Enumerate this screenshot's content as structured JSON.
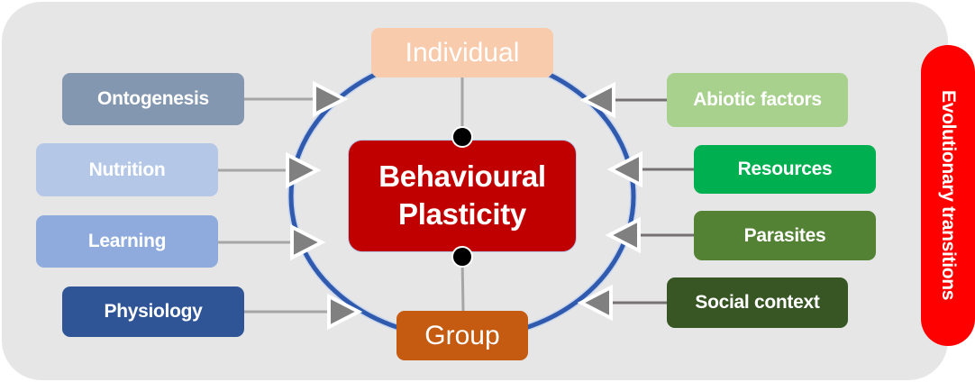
{
  "diagram": {
    "center": {
      "line1": "Behavioural",
      "line2": "Plasticity",
      "color": "#c00000"
    },
    "levels": {
      "top": {
        "label": "Individual",
        "color": "#f8cbad"
      },
      "bottom": {
        "label": "Group",
        "color": "#c55a11"
      }
    },
    "ring_color": "#2f5aad",
    "internal_factors": [
      {
        "label": "Ontogenesis",
        "color": "#8497b0"
      },
      {
        "label": "Nutrition",
        "color": "#b4c7e7"
      },
      {
        "label": "Learning",
        "color": "#8faadc"
      },
      {
        "label": "Physiology",
        "color": "#2f5597"
      }
    ],
    "external_factors": [
      {
        "label": "Abiotic factors",
        "color": "#a9d18e"
      },
      {
        "label": "Resources",
        "color": "#00b050"
      },
      {
        "label": "Parasites",
        "color": "#548235"
      },
      {
        "label": "Social context",
        "color": "#375623"
      }
    ],
    "side_banner": {
      "label": "Evolutionary transitions",
      "color": "#ff0000"
    }
  }
}
